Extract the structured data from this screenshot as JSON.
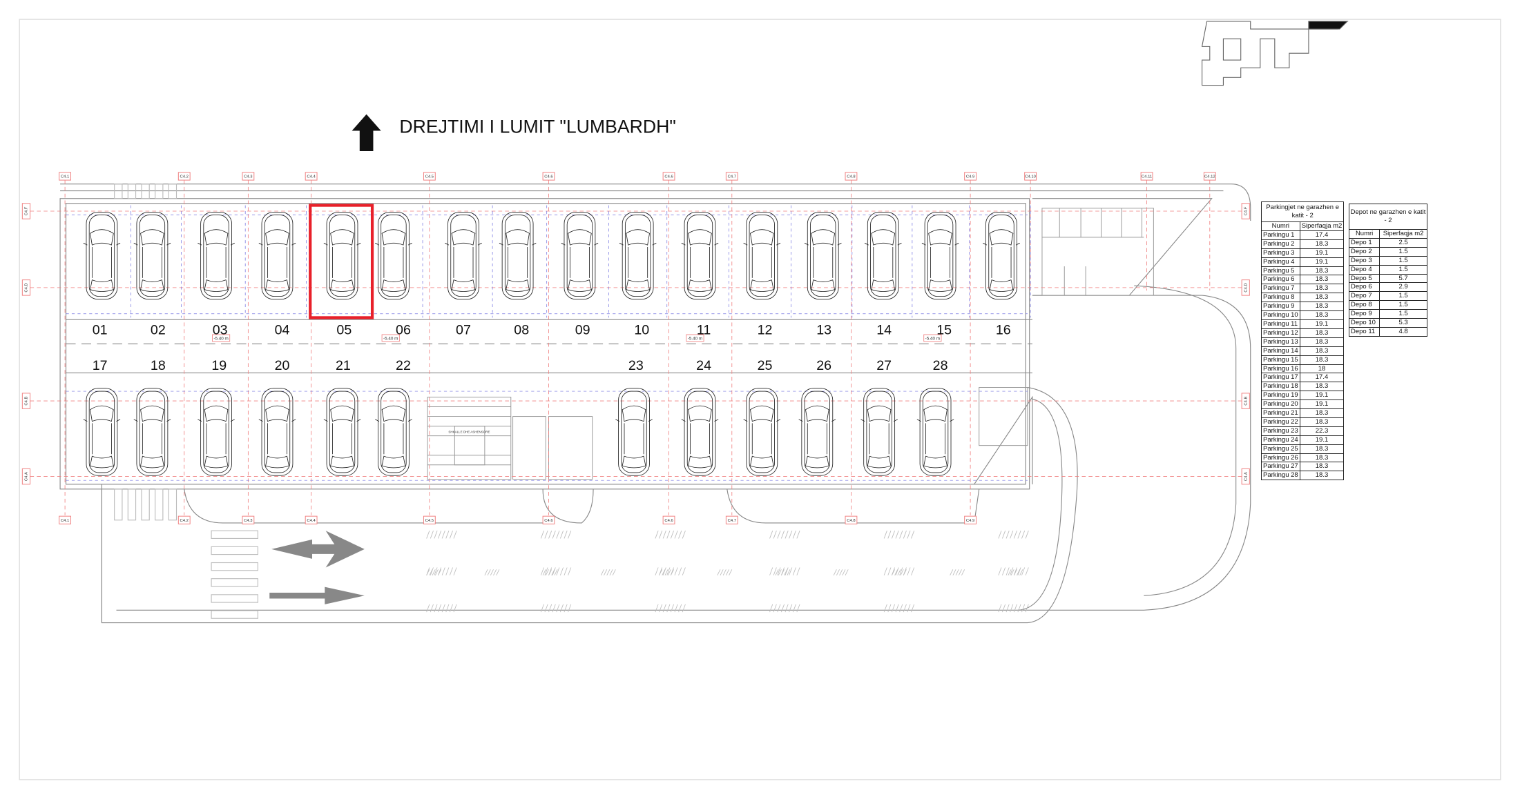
{
  "title": "DREJTIMI  I LUMIT \"LUMBARDH\"",
  "axes_top": [
    "C4.1",
    "C4.2",
    "C4.3",
    "C4.4",
    "C4.5",
    "C4.6",
    "C4.6",
    "C4.7",
    "C4.8",
    "C4.9",
    "C4.10",
    "C4.11",
    "C4.12"
  ],
  "axes_bottom": [
    "C4.1",
    "C4.2",
    "C4.3",
    "C4.4",
    "C4.5",
    "C4.6",
    "C4.6",
    "C4.7",
    "C4.8",
    "C4.9"
  ],
  "axes_rows": [
    "C4.F",
    "C4.D",
    "C4.B",
    "C4.A"
  ],
  "spots_top": [
    "01",
    "02",
    "03",
    "04",
    "05",
    "06",
    "07",
    "08",
    "09",
    "10",
    "11",
    "12",
    "13",
    "14",
    "15",
    "16"
  ],
  "spots_bottom": [
    "17",
    "18",
    "19",
    "20",
    "21",
    "22",
    "23",
    "24",
    "25",
    "26",
    "27",
    "28"
  ],
  "selected_spot": "05",
  "level_tag": "-5.40 m",
  "stair_label": "SHKALLE DHE ASHENSORE",
  "parking_table": {
    "caption": "Parkingjet ne garazhen e katit - 2",
    "headers": [
      "Numri",
      "Siperfaqja m2"
    ],
    "rows": [
      [
        "Parkingu 1",
        "17.4"
      ],
      [
        "Parkingu 2",
        "18.3"
      ],
      [
        "Parkingu 3",
        "19.1"
      ],
      [
        "Parkingu 4",
        "19.1"
      ],
      [
        "Parkingu 5",
        "18.3"
      ],
      [
        "Parkingu 6",
        "18.3"
      ],
      [
        "Parkingu 7",
        "18.3"
      ],
      [
        "Parkingu 8",
        "18.3"
      ],
      [
        "Parkingu 9",
        "18.3"
      ],
      [
        "Parkingu 10",
        "18.3"
      ],
      [
        "Parkingu 11",
        "19.1"
      ],
      [
        "Parkingu 12",
        "18.3"
      ],
      [
        "Parkingu 13",
        "18.3"
      ],
      [
        "Parkingu 14",
        "18.3"
      ],
      [
        "Parkingu 15",
        "18.3"
      ],
      [
        "Parkingu 16",
        "18"
      ],
      [
        "Parkingu 17",
        "17.4"
      ],
      [
        "Parkingu 18",
        "18.3"
      ],
      [
        "Parkingu 19",
        "19.1"
      ],
      [
        "Parkingu 20",
        "19.1"
      ],
      [
        "Parkingu 21",
        "18.3"
      ],
      [
        "Parkingu 22",
        "18.3"
      ],
      [
        "Parkingu 23",
        "22.3"
      ],
      [
        "Parkingu 24",
        "19.1"
      ],
      [
        "Parkingu 25",
        "18.3"
      ],
      [
        "Parkingu 26",
        "18.3"
      ],
      [
        "Parkingu 27",
        "18.3"
      ],
      [
        "Parkingu 28",
        "18.3"
      ]
    ]
  },
  "depot_table": {
    "caption": "Depot ne garazhen e katit - 2",
    "headers": [
      "Numri",
      "Siperfaqja m2"
    ],
    "rows": [
      [
        "Depo 1",
        "2.5"
      ],
      [
        "Depo 2",
        "1.5"
      ],
      [
        "Depo 3",
        "1.5"
      ],
      [
        "Depo 4",
        "1.5"
      ],
      [
        "Depo 5",
        "5.7"
      ],
      [
        "Depo 6",
        "2.9"
      ],
      [
        "Depo 7",
        "1.5"
      ],
      [
        "Depo 8",
        "1.5"
      ],
      [
        "Depo 9",
        "1.5"
      ],
      [
        "Depo 10",
        "5.3"
      ],
      [
        "Depo 11",
        "4.8"
      ]
    ]
  },
  "colors": {
    "highlight": "#e8202a",
    "axis": "#f08080",
    "grid": "#7070e0",
    "line": "#999999"
  }
}
